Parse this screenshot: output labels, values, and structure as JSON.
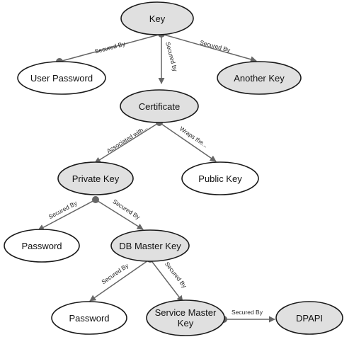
{
  "diagram": {
    "nodes": {
      "key": "Key",
      "user_password": "User Password",
      "another_key": "Another Key",
      "certificate": "Certificate",
      "private_key": "Private Key",
      "public_key": "Public Key",
      "password_1": "Password",
      "db_master_key": "DB Master Key",
      "password_2": "Password",
      "service_master_key_line1": "Service Master",
      "service_master_key_line2": "Key",
      "dpapi": "DPAPI"
    },
    "edges": {
      "key_user_password": "Secured By",
      "key_certificate": "Secured by",
      "key_another_key": "Secured By",
      "certificate_private_key": "Associated with...",
      "certificate_public_key": "Wraps the...",
      "private_key_password": "Secured By",
      "private_key_db_master_key": "Secured By",
      "db_master_key_password": "Secured By",
      "db_master_key_service_master_key": "Secured By",
      "service_master_key_dpapi": "Secured By"
    }
  }
}
